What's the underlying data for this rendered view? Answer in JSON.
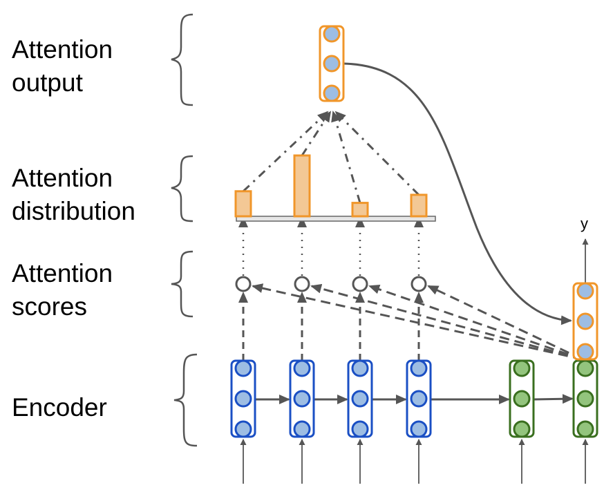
{
  "title": "Attention mechanism in sequence-to-sequence model",
  "row_labels": {
    "attention_output": "Attention\noutput",
    "attention_distribution": "Attention\ndistribution",
    "attention_scores": "Attention\nscores",
    "encoder": "Encoder"
  },
  "output_label": "y",
  "colors": {
    "encoder_border": "#1a4fc4",
    "neuron_fill_blue": "#9dbde3",
    "decoder_border": "#3a6f1f",
    "neuron_fill_green": "#93c47d",
    "attention_border": "#f0962a",
    "attention_bar_fill": "#f3c895",
    "line_color": "#555555"
  },
  "encoder_steps": 4,
  "decoder_steps": 2,
  "neurons_per_vector": 3,
  "attention_weights": [
    0.28,
    0.68,
    0.15,
    0.24
  ]
}
